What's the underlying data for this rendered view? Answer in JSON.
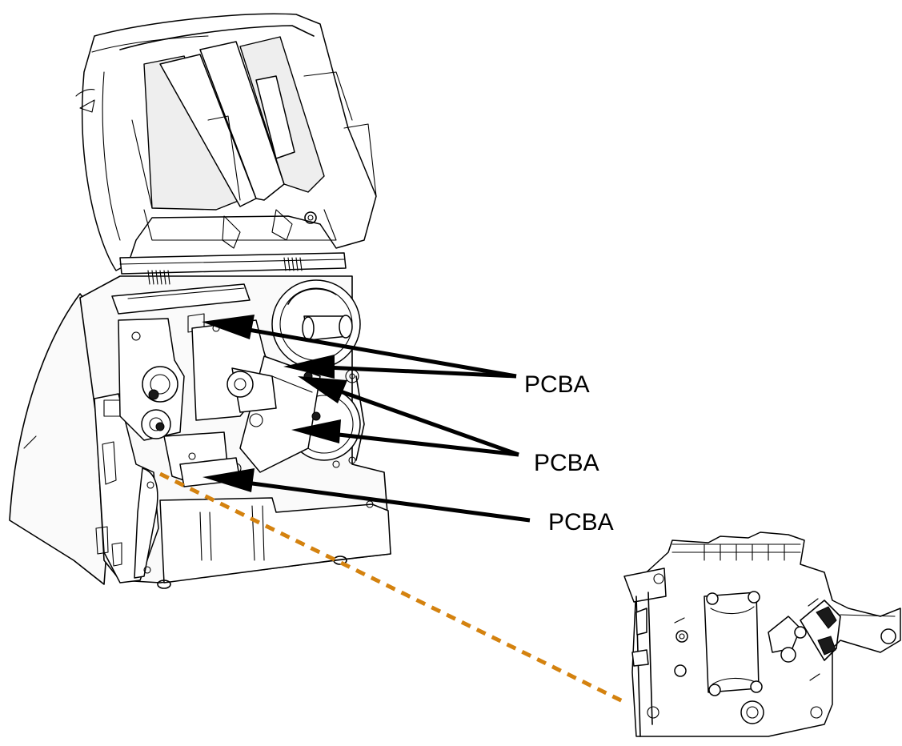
{
  "callouts": [
    {
      "label": "PCBA",
      "targets": 2
    },
    {
      "label": "PCBA",
      "targets": 2
    },
    {
      "label": "PCBA",
      "targets": 1
    }
  ],
  "colors": {
    "line": "#000000",
    "leader": "#d4820f",
    "background": "#ffffff"
  }
}
